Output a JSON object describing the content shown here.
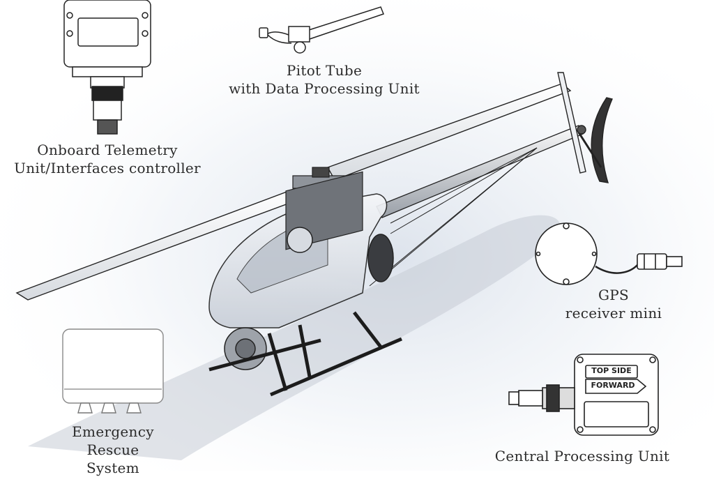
{
  "labels": {
    "telemetry": {
      "line1": "Onboard Telemetry",
      "line2": "Unit/Interfaces controller"
    },
    "pitot": {
      "line1": "Pitot Tube",
      "line2": "with Data Processing Unit"
    },
    "gps": {
      "line1": "GPS",
      "line2": "receiver mini"
    },
    "rescue": {
      "line1": "Emergency",
      "line2": "Rescue",
      "line3": "System"
    },
    "cpu": {
      "line1": "Central Processing Unit",
      "plate_top": "TOP SIDE",
      "plate_bottom": "FORWARD"
    }
  },
  "colors": {
    "outline": "#222222",
    "canopy": "#e8ecf2",
    "body_metal": "#7b7e84",
    "shadow": "#cfd6df"
  }
}
